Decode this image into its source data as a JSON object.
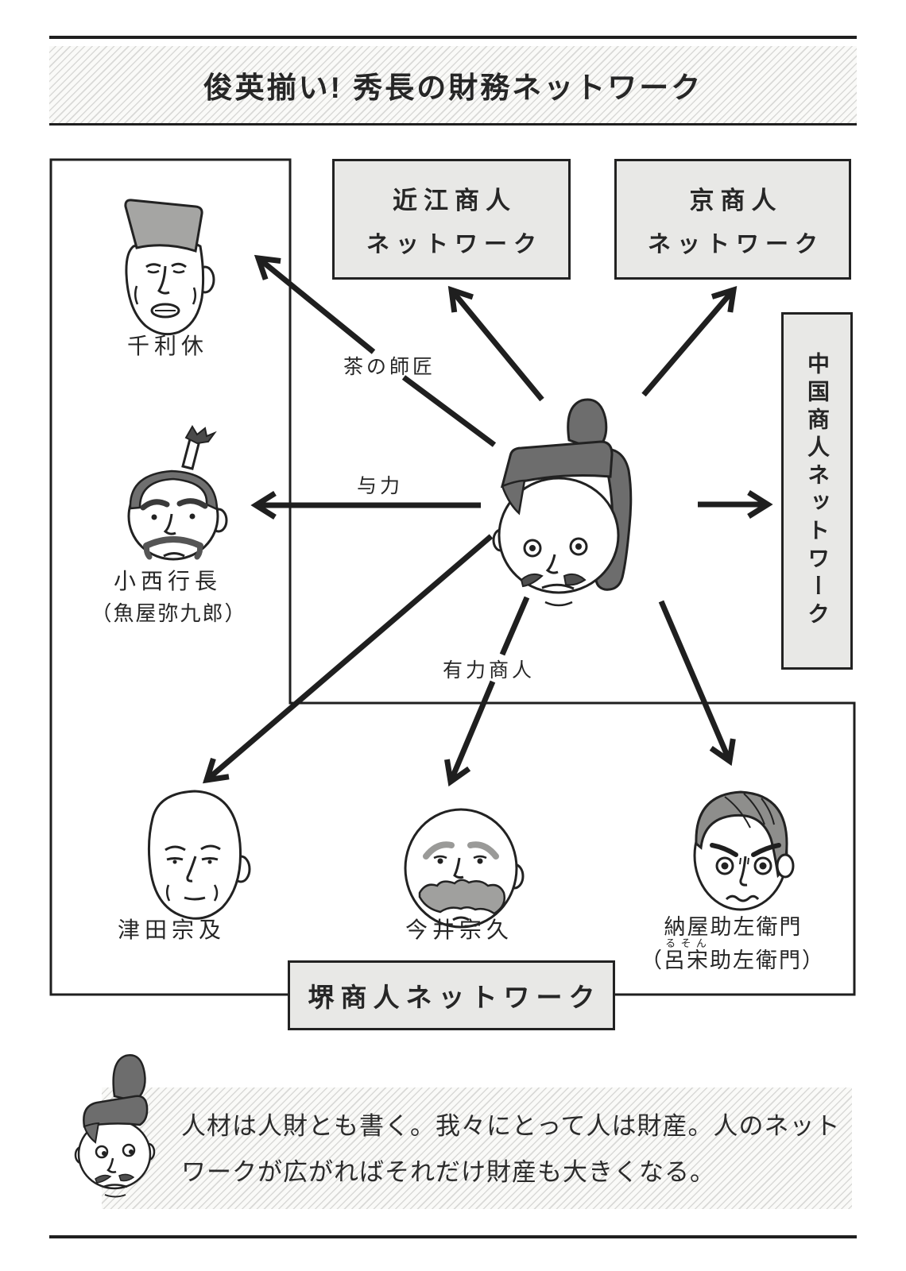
{
  "title": "俊英揃い! 秀長の財務ネットワーク",
  "boxes": {
    "omi": {
      "line1": "近江商人",
      "line2": "ネットワーク"
    },
    "kyo": {
      "line1": "京商人",
      "line2": "ネットワーク"
    },
    "china": {
      "label": "中国商人ネットワーク"
    },
    "sakai": {
      "label": "堺商人ネットワーク"
    }
  },
  "people": {
    "rikyu": {
      "name": "千利休"
    },
    "konishi": {
      "name": "小西行長",
      "alias": "（魚屋弥九郎）"
    },
    "tsuda": {
      "name": "津田宗及"
    },
    "imai": {
      "name": "今井宗久"
    },
    "naya": {
      "name": "納屋助左衛門",
      "alias_pre": "（",
      "alias_base": "呂宋",
      "alias_ruby": "るそん",
      "alias_post": "助左衛門）"
    }
  },
  "edge_labels": {
    "tea_master": "茶の師匠",
    "yoriki": "与力",
    "leading_merchants": "有力商人"
  },
  "speech": {
    "line1": "人材は人財とも書く。我々にとって人は財産。人のネット",
    "line2": "ワークが広がればそれだけ財産も大きくなる。"
  },
  "colors": {
    "ink": "#1f1f1f",
    "box_fill": "#e8e8e6",
    "dark_hat_gray": "#6d6d6d",
    "light_hat_gray": "#a5a5a3",
    "hair_gray": "#8e8e8c",
    "stripe_gray": "#d9d9d7"
  }
}
